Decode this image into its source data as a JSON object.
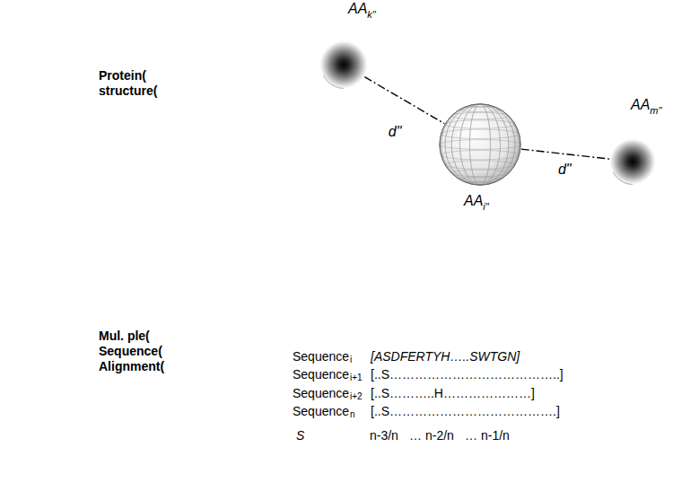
{
  "diagram": {
    "nodes": [
      {
        "text": [
          "AA",
          "k\""
        ]
      },
      {
        "text": [
          "AA",
          "i\""
        ]
      },
      {
        "text": [
          "AA",
          "m\""
        ]
      }
    ],
    "edges": [
      {
        "from": 0,
        "to": 1,
        "arrow": "none",
        "label": "d\""
      },
      {
        "from": 1,
        "to": 2,
        "arrow": "none",
        "label": "d\""
      }
    ],
    "labels": [
      "Protein( structure(",
      "Mul. ple( Sequence( Alignment(",
      "Sequence",
      "i",
      "[ASDFERTYH…..SWTGN]",
      "Sequence",
      "i+1",
      "[..S…………………………………..]",
      "Sequence",
      "i+2",
      "[..S………..H…………………]",
      "Sequence",
      "n",
      "[..S………………………………….]",
      "S",
      "n-3/n",
      "…",
      "n-2/n",
      "…",
      "n-1/n"
    ]
  }
}
